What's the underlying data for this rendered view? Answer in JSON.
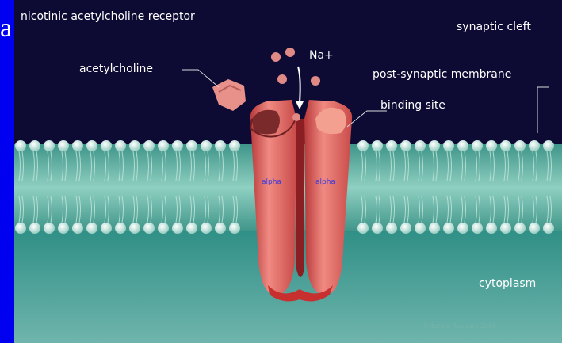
{
  "slide_letter": "a",
  "labels": {
    "receptor": "nicotinic acetylcholine receptor",
    "acetylcholine": "acetylcholine",
    "ion": "Na+",
    "synaptic_cleft": "synaptic cleft",
    "membrane": "post-synaptic membrane",
    "binding_site": "binding site",
    "cytoplasm": "cytoplasm",
    "subunit_left": "alpha",
    "subunit_right": "alpha",
    "copyright": "©Nature Reviews 2006"
  },
  "colors": {
    "cleft": "#0d0a33",
    "membrane": "#5ea89a",
    "cytoplasm": "#2d8c84",
    "receptor": "#e06a66",
    "lipid_head": "#c8ece4",
    "slide_bg": "#0000f0"
  }
}
